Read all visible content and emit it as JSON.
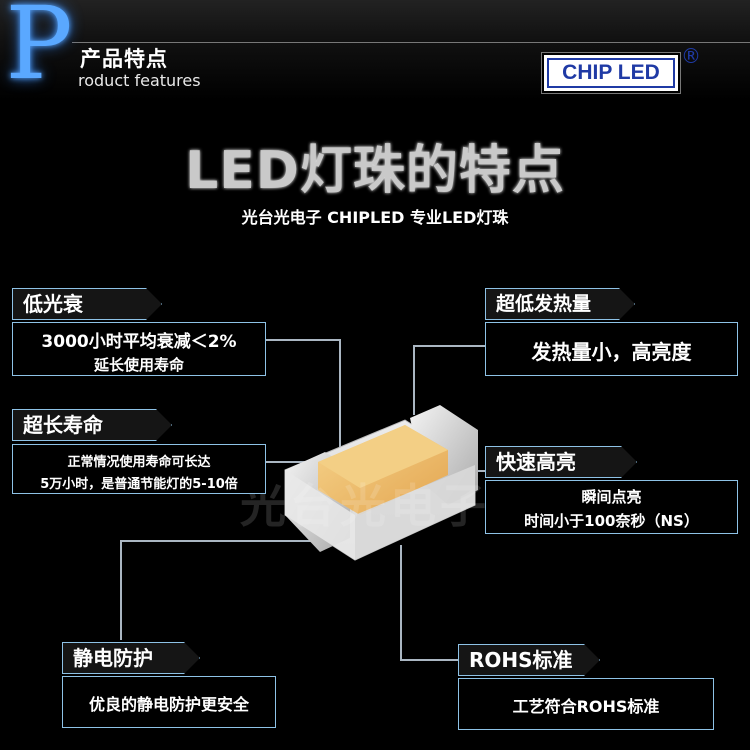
{
  "header": {
    "logo_letter": "P",
    "cn_title": "产品特点",
    "en_title": "roduct features",
    "brand": "CHIP LED",
    "reg_mark": "®"
  },
  "main": {
    "title": "LED灯珠的特点",
    "subtitle": "光台光电子 CHIPLED 专业LED灯珠",
    "watermark": "光台光电子"
  },
  "features": {
    "low_decay": {
      "label": "低光衰",
      "line1": "3000小时平均衰减＜2%",
      "line2": "延长使用寿命"
    },
    "long_life": {
      "label": "超长寿命",
      "line1": "正常情况使用寿命可长达",
      "line2": "5万小时，是普通节能灯的5-10倍"
    },
    "esd": {
      "label": "静电防护",
      "line1": "优良的静电防护更安全"
    },
    "low_heat": {
      "label": "超低发热量",
      "line1": "发热量小，高亮度"
    },
    "fast_on": {
      "label": "快速高亮",
      "line1": "瞬间点亮",
      "line2": "时间小于100奈秒（NS）"
    },
    "rohs": {
      "label": "ROHS标准",
      "line1": "工艺符合ROHS标准"
    }
  },
  "colors": {
    "accent_blue": "#1f3aa5",
    "logo_glow": "#5aa8ff",
    "border": "#8ec2e6",
    "led_yellow": "#f0bf6a"
  }
}
